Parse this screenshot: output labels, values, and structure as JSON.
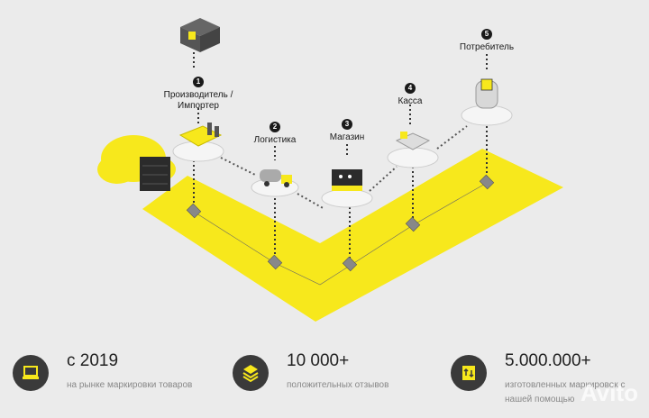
{
  "steps": [
    {
      "num": "1",
      "label": "Производитель /\nИмпортер"
    },
    {
      "num": "2",
      "label": "Логистика"
    },
    {
      "num": "3",
      "label": "Магазин"
    },
    {
      "num": "4",
      "label": "Касса"
    },
    {
      "num": "5",
      "label": "Потребитель"
    }
  ],
  "stats": [
    {
      "value": "с 2019",
      "caption": "на рынке маркировки товаров",
      "icon": "laptop-icon"
    },
    {
      "value": "10 000+",
      "caption": "положительных отзывов",
      "icon": "layers-icon"
    },
    {
      "value": "5.000.000+",
      "caption": "изготовленных маркировок с нашей помощью",
      "icon": "label-icon"
    }
  ],
  "watermark": "Avito",
  "colors": {
    "accent": "#f5e614",
    "dark": "#2b2b2b",
    "background": "#ebebeb"
  }
}
